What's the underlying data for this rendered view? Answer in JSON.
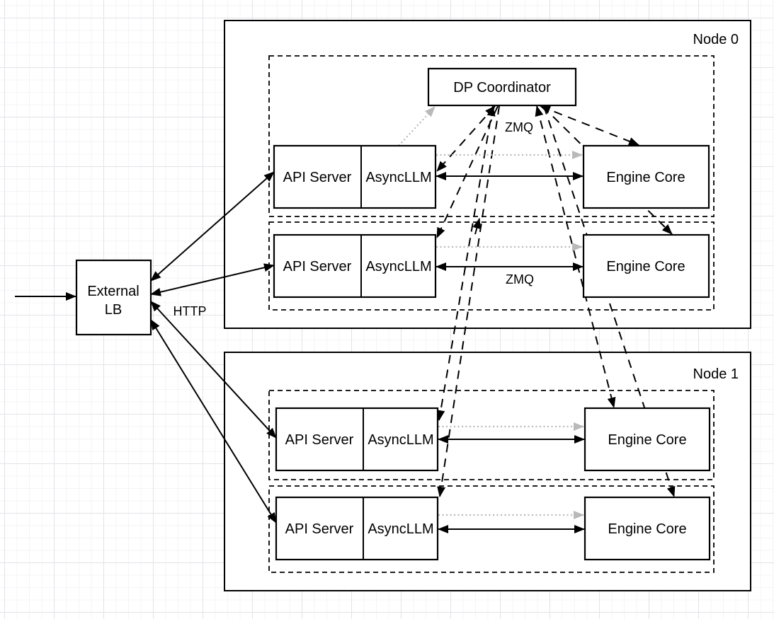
{
  "labels": {
    "node0": "Node 0",
    "node1": "Node 1",
    "dp_coordinator": "DP Coordinator",
    "api_server": "API Server",
    "asyncllm": "AsyncLLM",
    "engine_core": "Engine Core",
    "external_lb_line1": "External",
    "external_lb_line2": "LB",
    "http": "HTTP",
    "zmq_coordinator": "ZMQ",
    "zmq_row": "ZMQ"
  },
  "colors": {
    "line": "#000000",
    "gray_dotted": "#b9b9b9",
    "box_fill": "#ffffff",
    "grid_major": "#e3e3e9",
    "grid_minor": "#f4f4f7"
  }
}
